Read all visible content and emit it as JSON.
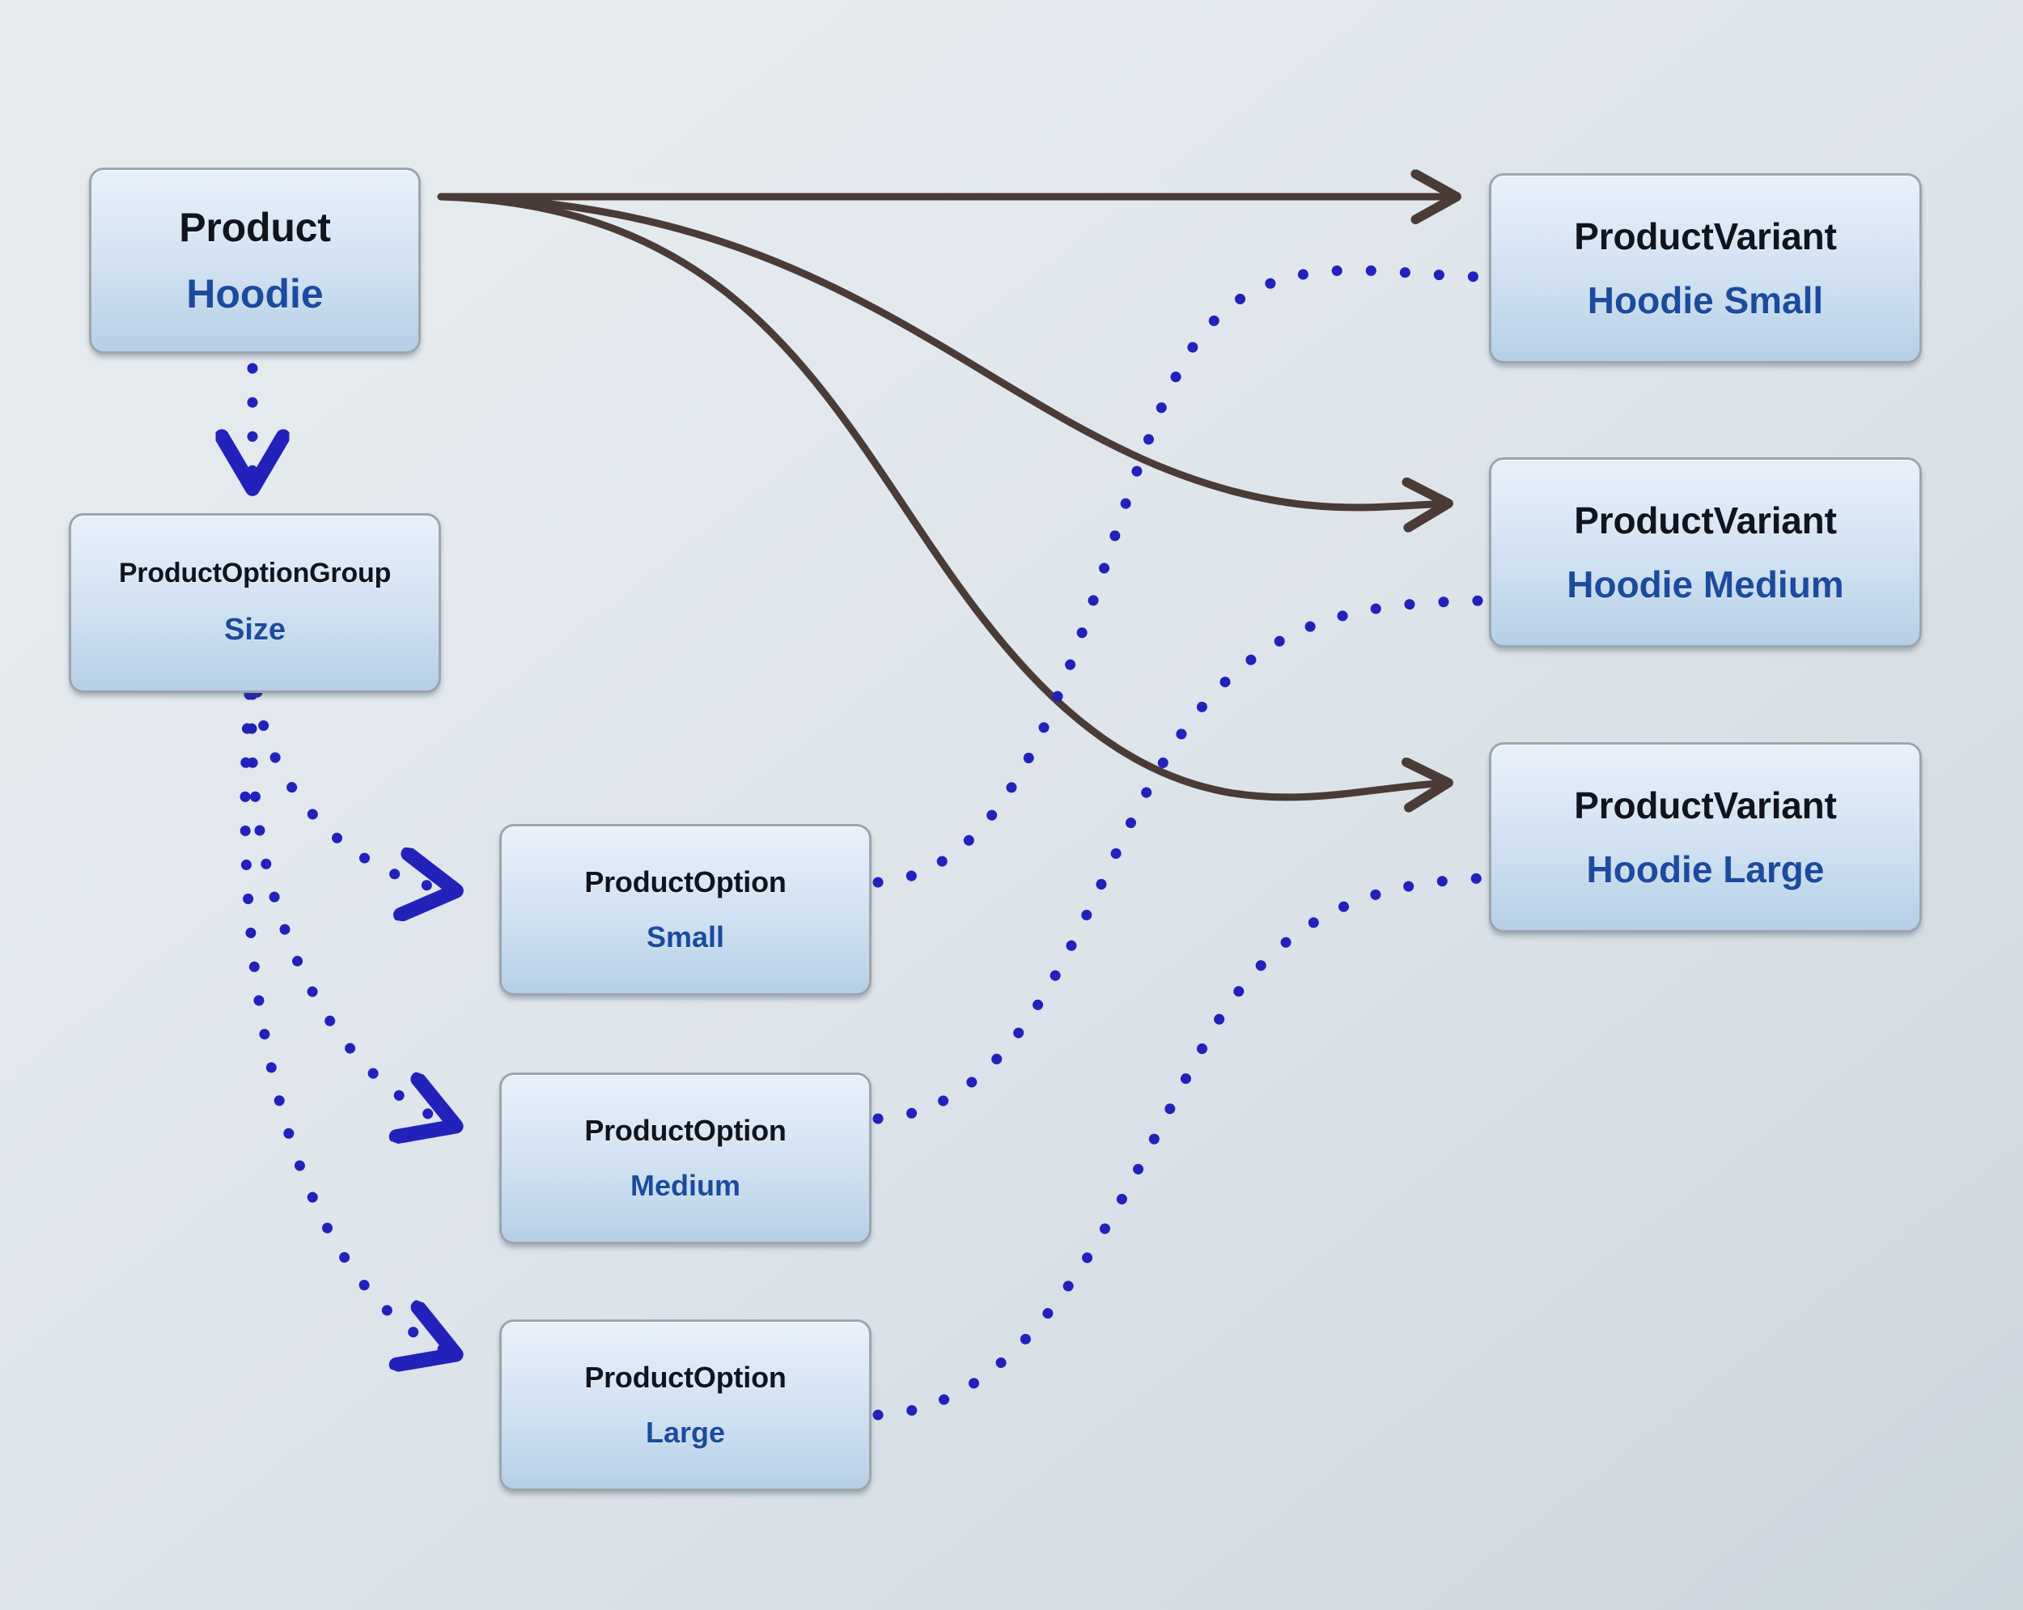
{
  "diagram": {
    "background_top": "#e7ebef",
    "background_bottom": "#ccd6dd",
    "box_border_color": "#9ba6ac",
    "title_color": "#10141c",
    "subtitle_color": "#1c4b9e",
    "solid_edge_color": "#4a3b37",
    "dotted_edge_color": "#2222bb"
  },
  "nodes": {
    "product": {
      "title": "Product",
      "subtitle": "Hoodie"
    },
    "option_group": {
      "title": "ProductOptionGroup",
      "subtitle": "Size"
    },
    "options": [
      {
        "title": "ProductOption",
        "subtitle": "Small"
      },
      {
        "title": "ProductOption",
        "subtitle": "Medium"
      },
      {
        "title": "ProductOption",
        "subtitle": "Large"
      }
    ],
    "variants": [
      {
        "title": "ProductVariant",
        "subtitle": "Hoodie Small"
      },
      {
        "title": "ProductVariant",
        "subtitle": "Hoodie Medium"
      },
      {
        "title": "ProductVariant",
        "subtitle": "Hoodie Large"
      }
    ]
  },
  "edges": {
    "solid": [
      {
        "from": "product",
        "to": "variant-hoodie-small"
      },
      {
        "from": "product",
        "to": "variant-hoodie-medium"
      },
      {
        "from": "product",
        "to": "variant-hoodie-large"
      }
    ],
    "dotted": [
      {
        "from": "product",
        "to": "option-group-size"
      },
      {
        "from": "option-group-size",
        "to": "option-small"
      },
      {
        "from": "option-group-size",
        "to": "option-medium"
      },
      {
        "from": "option-group-size",
        "to": "option-large"
      },
      {
        "from": "option-small",
        "to": "variant-hoodie-small"
      },
      {
        "from": "option-medium",
        "to": "variant-hoodie-medium"
      },
      {
        "from": "option-large",
        "to": "variant-hoodie-large"
      }
    ]
  }
}
